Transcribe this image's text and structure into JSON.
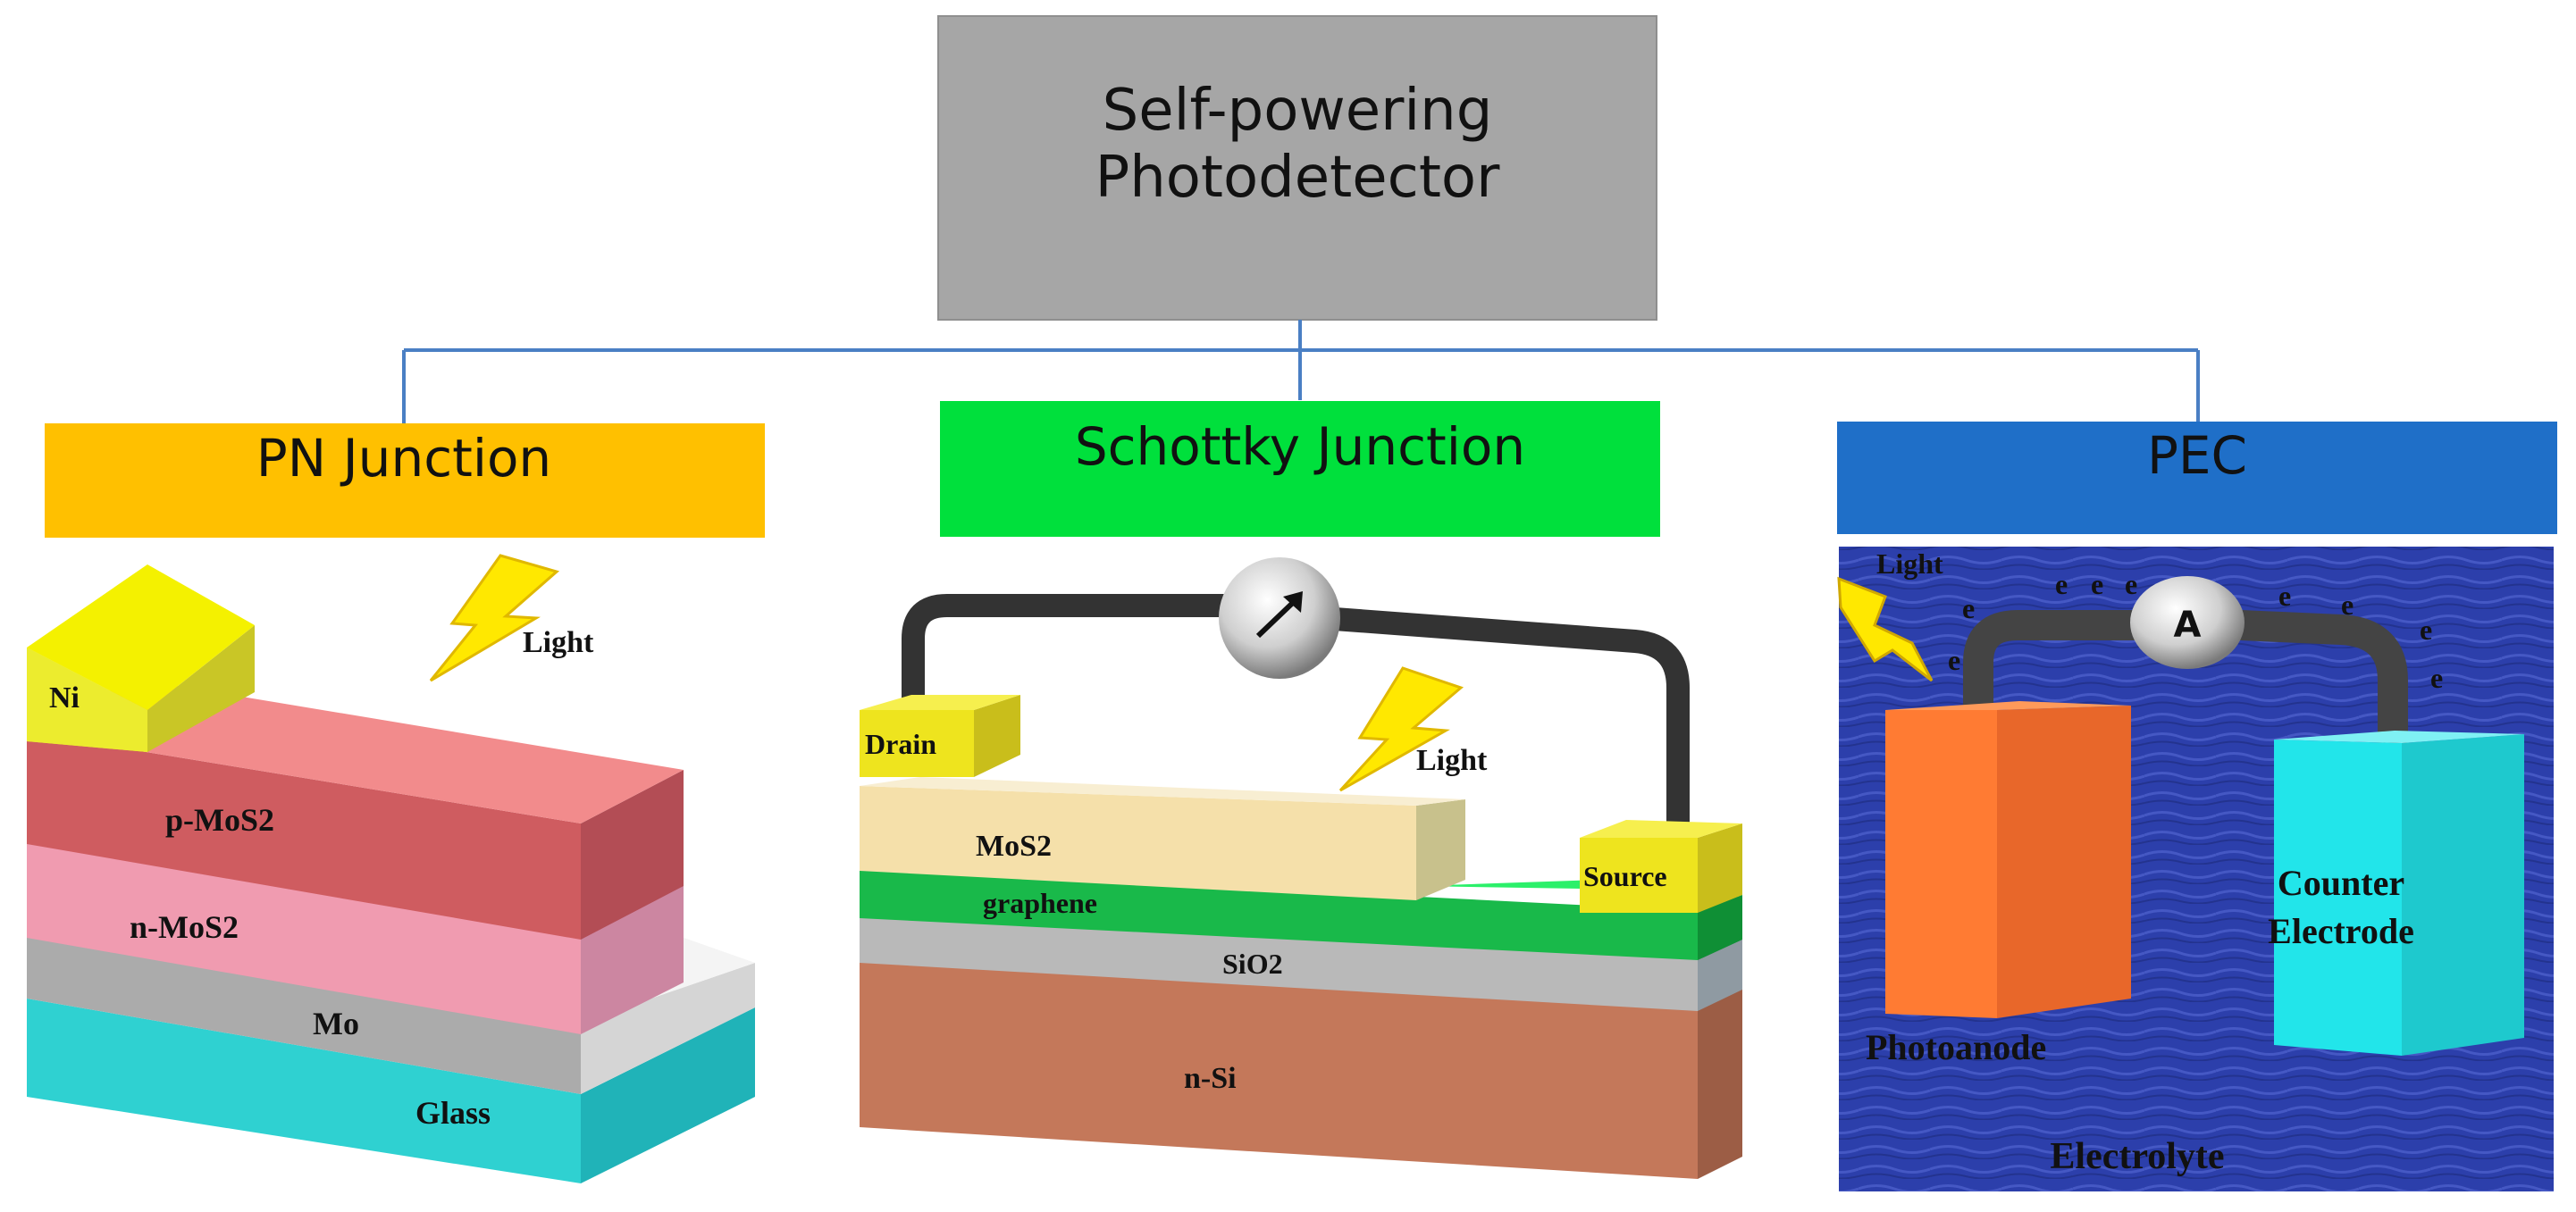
{
  "root": {
    "line1": "Self-powering",
    "line2": "Photodetector"
  },
  "categories": {
    "pn": "PN Junction",
    "schottky": "Schottky Junction",
    "pec": "PEC"
  },
  "pn_diagram": {
    "light": "Light",
    "ni": "Ni",
    "p_mos2": "p-MoS2",
    "n_mos2": "n-MoS2",
    "mo": "Mo",
    "glass": "Glass"
  },
  "schottky_diagram": {
    "drain": "Drain",
    "source": "Source",
    "light": "Light",
    "mos2": "MoS2",
    "graphene": "graphene",
    "sio2": "SiO2",
    "nsi": "n-Si"
  },
  "pec_diagram": {
    "light": "Light",
    "ammeter": "A",
    "electron": "e",
    "photoanode": "Photoanode",
    "counter_line1": "Counter",
    "counter_line2": "Electrode",
    "electrolyte": "Electrolyte"
  },
  "colors": {
    "root_box": "#a6a6a6",
    "pn_header": "#ffc000",
    "schottky_header": "#00e03c",
    "pec_header": "#1f6fc8",
    "connector": "#4a7fc4",
    "electrolyte": "#2b3ea8"
  }
}
